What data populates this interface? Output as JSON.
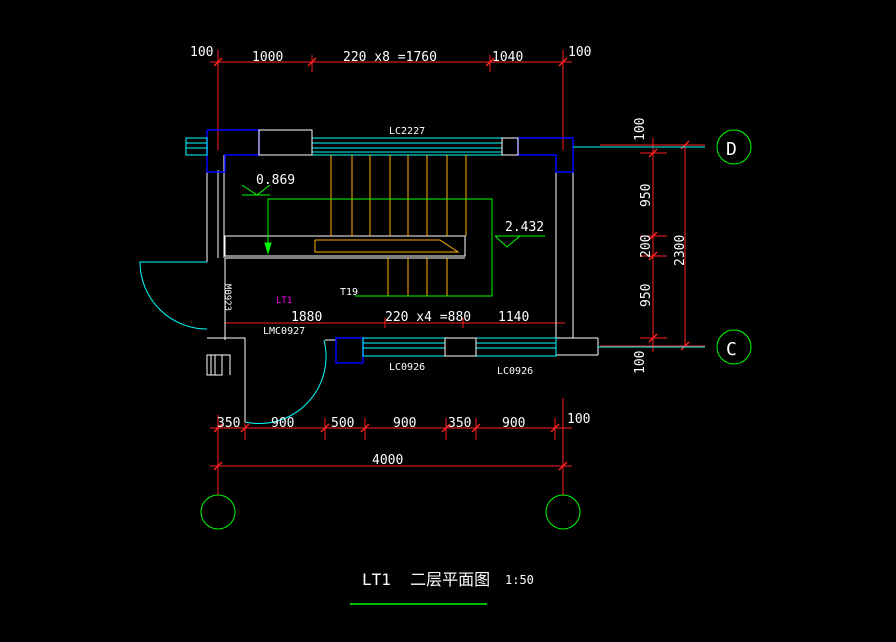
{
  "colors": {
    "background": "#000000",
    "wall": "#ffffff",
    "dimension": "#ff2020",
    "window": "#00ffff",
    "column": "#0000ff",
    "stair": "#ffb000",
    "arrow": "#00ff00",
    "text": "#ffffff",
    "label": "#ff00ff",
    "underline": "#00ff00"
  },
  "dimensions": {
    "top": {
      "left_offset": "100",
      "seg1": "1000",
      "seg2": "220 x8 =1760",
      "seg3": "1040",
      "right_offset": "100"
    },
    "right": {
      "top": "100",
      "seg1": "950",
      "seg2": "200",
      "seg3": "950",
      "total": "2300",
      "bottom": "100"
    },
    "inner": {
      "seg1": "1880",
      "seg2": "220 x4 =880",
      "seg3": "1140"
    },
    "bottom": {
      "seg1": "350",
      "seg2": "900",
      "seg3": "500",
      "seg4": "900",
      "seg5": "350",
      "seg6": "900",
      "right_offset": "100",
      "total": "4000"
    }
  },
  "axes": {
    "d": "D",
    "c": "C"
  },
  "labels": {
    "window_top": "LC2227",
    "window_bottom_1": "LC0926",
    "window_bottom_2": "LC0926",
    "door_side": "M0923",
    "door_bottom": "LMC0927",
    "stair_tag": "LT1",
    "tread": "T19",
    "elev_1": "0.869",
    "elev_2": "2.432"
  },
  "title": {
    "name": "LT1  二层平面图",
    "scale": "1:50"
  }
}
